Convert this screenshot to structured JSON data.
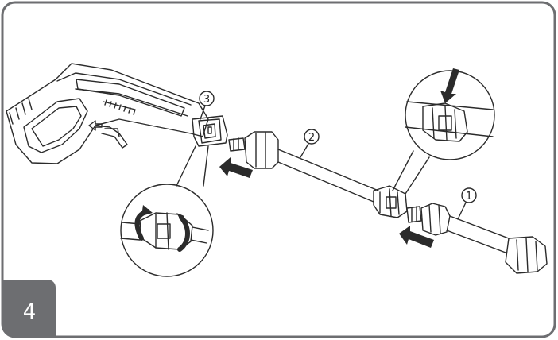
{
  "step": {
    "number": "4"
  },
  "callouts": [
    {
      "id": "1",
      "label": "1"
    },
    {
      "id": "2",
      "label": "2"
    },
    {
      "id": "3",
      "label": "3"
    }
  ],
  "colors": {
    "stroke": "#2b2b2b",
    "frame": "#6d6e71",
    "tab": "#6d6e71",
    "fill": "#ffffff"
  },
  "icons": [
    "arrow-left-icon",
    "arrow-down-icon",
    "rotate-arrow-icon"
  ]
}
